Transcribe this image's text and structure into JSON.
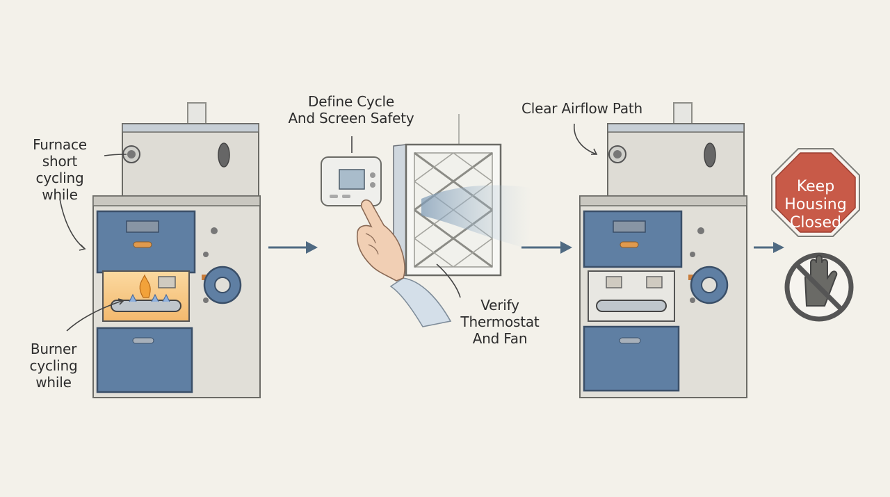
{
  "labels": {
    "furnace_short_cycling": "Furnace\nshort\ncycling while",
    "burner_cycling": "Burner\ncycling\nwhile",
    "define_cycle": "Define Cycle\nAnd Screen Safety",
    "verify_thermostat": "Verify\nThermostat\nAnd Fan",
    "clear_airflow": "Clear Airflow Path",
    "keep_housing_closed": "Keep\nHousing\nClosed"
  },
  "colors": {
    "background": "#f3f1ea",
    "cabinet": "#dedcd5",
    "panel_blue": "#5f7fa3",
    "arrow": "#4f6a82",
    "stop_sign": "#c85a48",
    "flame": "#f2a23a"
  },
  "icons": [
    "arrow-right-icon",
    "stop-sign-icon",
    "no-touch-icon",
    "thermostat-icon",
    "air-filter-icon",
    "hand-icon"
  ]
}
